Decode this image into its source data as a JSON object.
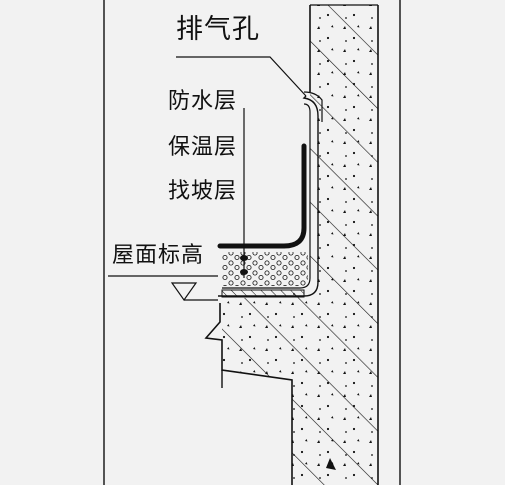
{
  "labels": {
    "vent_hole": "排气孔",
    "waterproof_layer": "防水层",
    "insulation_layer": "保温层",
    "slope_layer": "找坡层",
    "roof_elevation": "屋面标高"
  },
  "colors": {
    "background": "#f2f2f2",
    "line": "#111111"
  }
}
